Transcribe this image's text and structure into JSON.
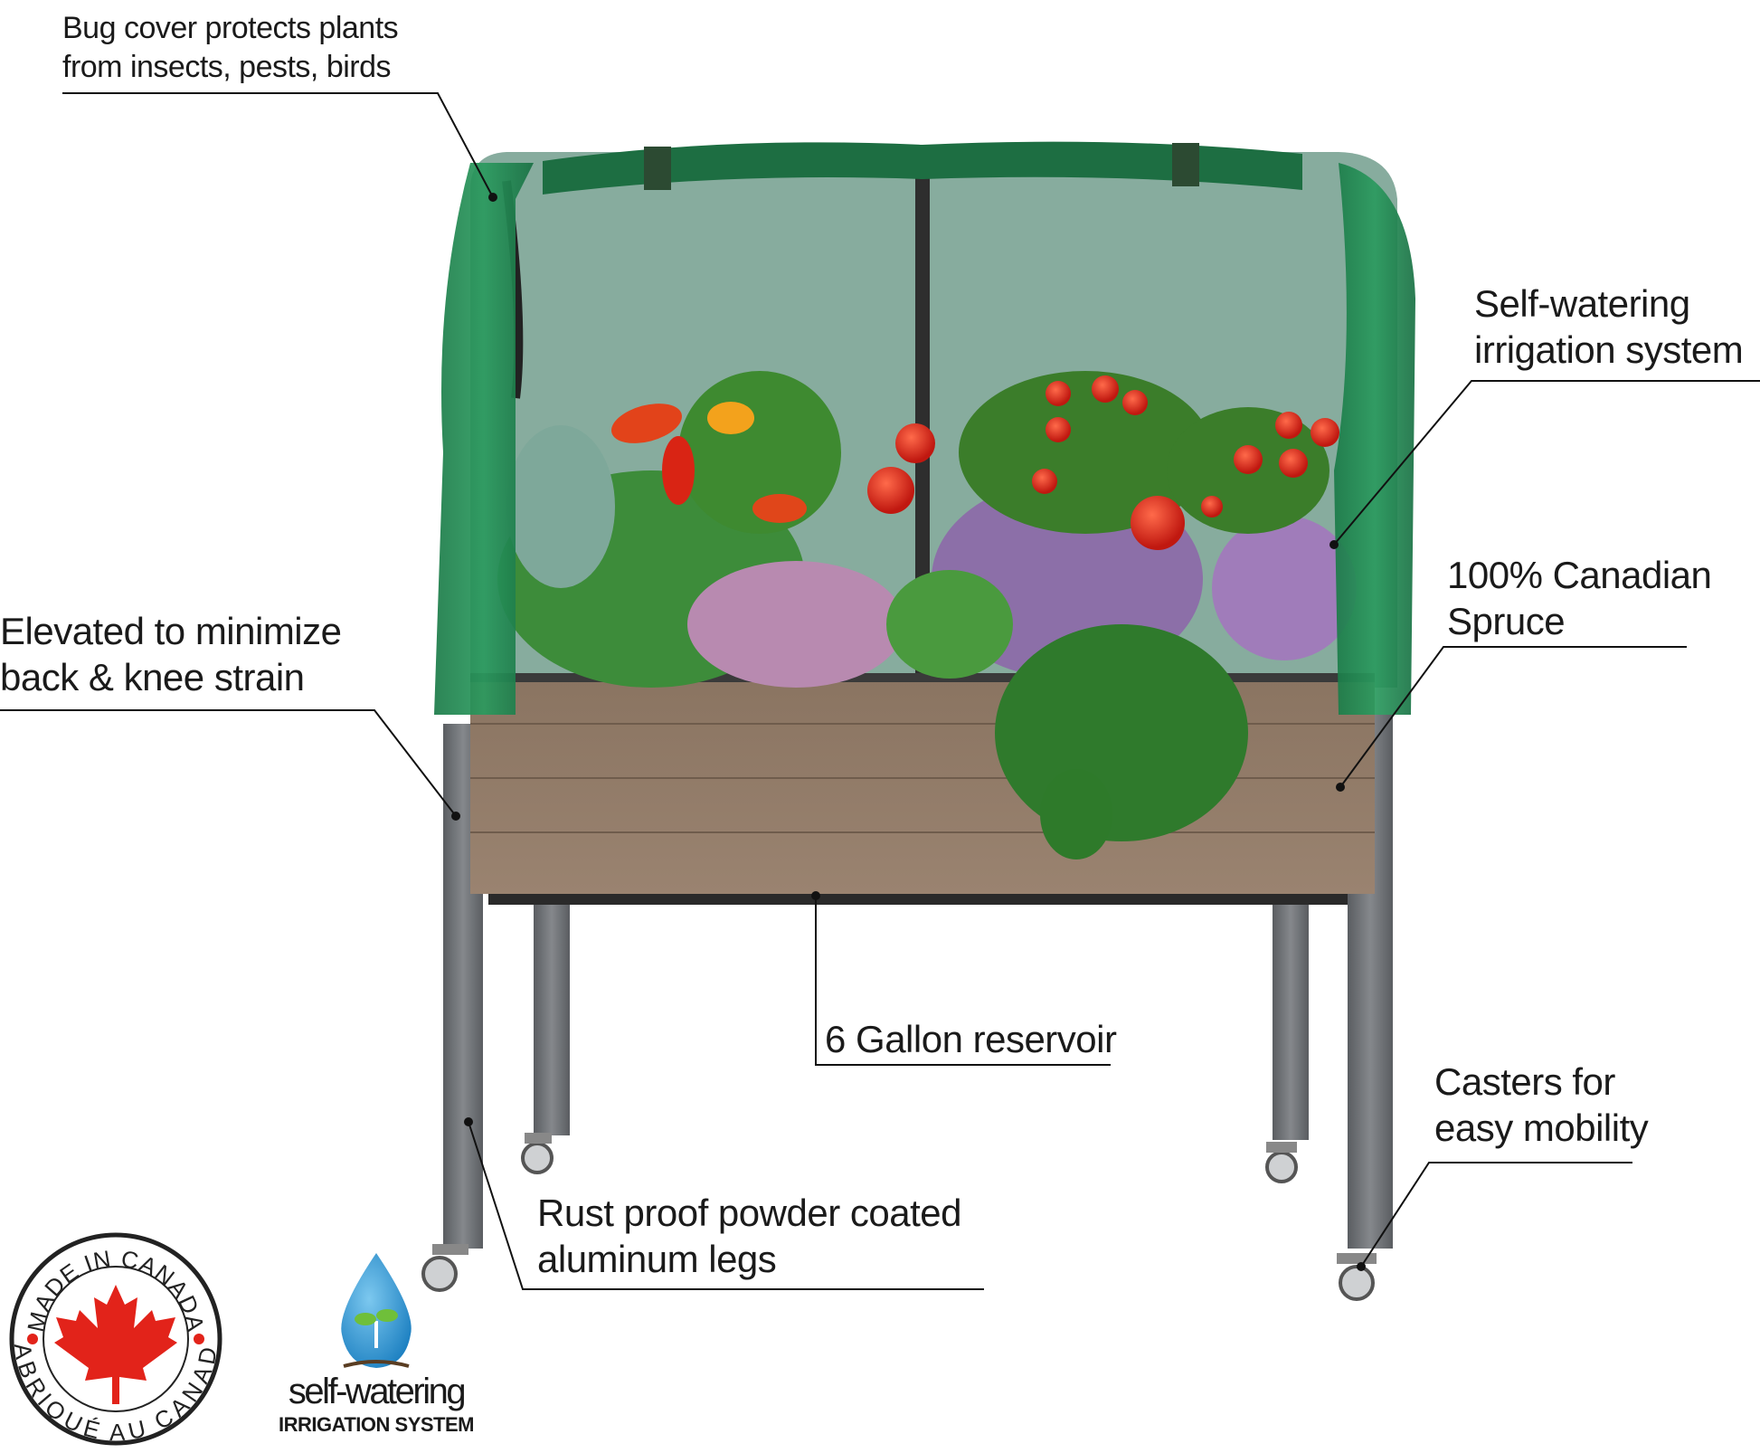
{
  "callouts": {
    "bug_cover": [
      "Bug cover protects plants",
      "from insects, pests, birds"
    ],
    "self_watering": [
      "Self-watering",
      "irrigation system"
    ],
    "spruce": [
      "100% Canadian",
      "Spruce"
    ],
    "elevated": [
      "Elevated to minimize",
      "back & knee strain"
    ],
    "reservoir": [
      "6 Gallon reservoir"
    ],
    "casters": [
      "Casters for",
      "easy mobility"
    ],
    "legs": [
      "Rust proof powder coated",
      "aluminum legs"
    ]
  },
  "badges": {
    "canada_top": "MADE IN CANADA",
    "canada_bottom": "FABRIQUÉ AU CANADA",
    "self_watering_word": "self-watering",
    "self_watering_sub": "IRRIGATION SYSTEM"
  },
  "colors": {
    "mesh_green": "#1f8a52",
    "wood": "#8f7762",
    "leg_gray": "#6e7175",
    "maple_red": "#e2231a",
    "water_blue": "#2a9ad8"
  }
}
